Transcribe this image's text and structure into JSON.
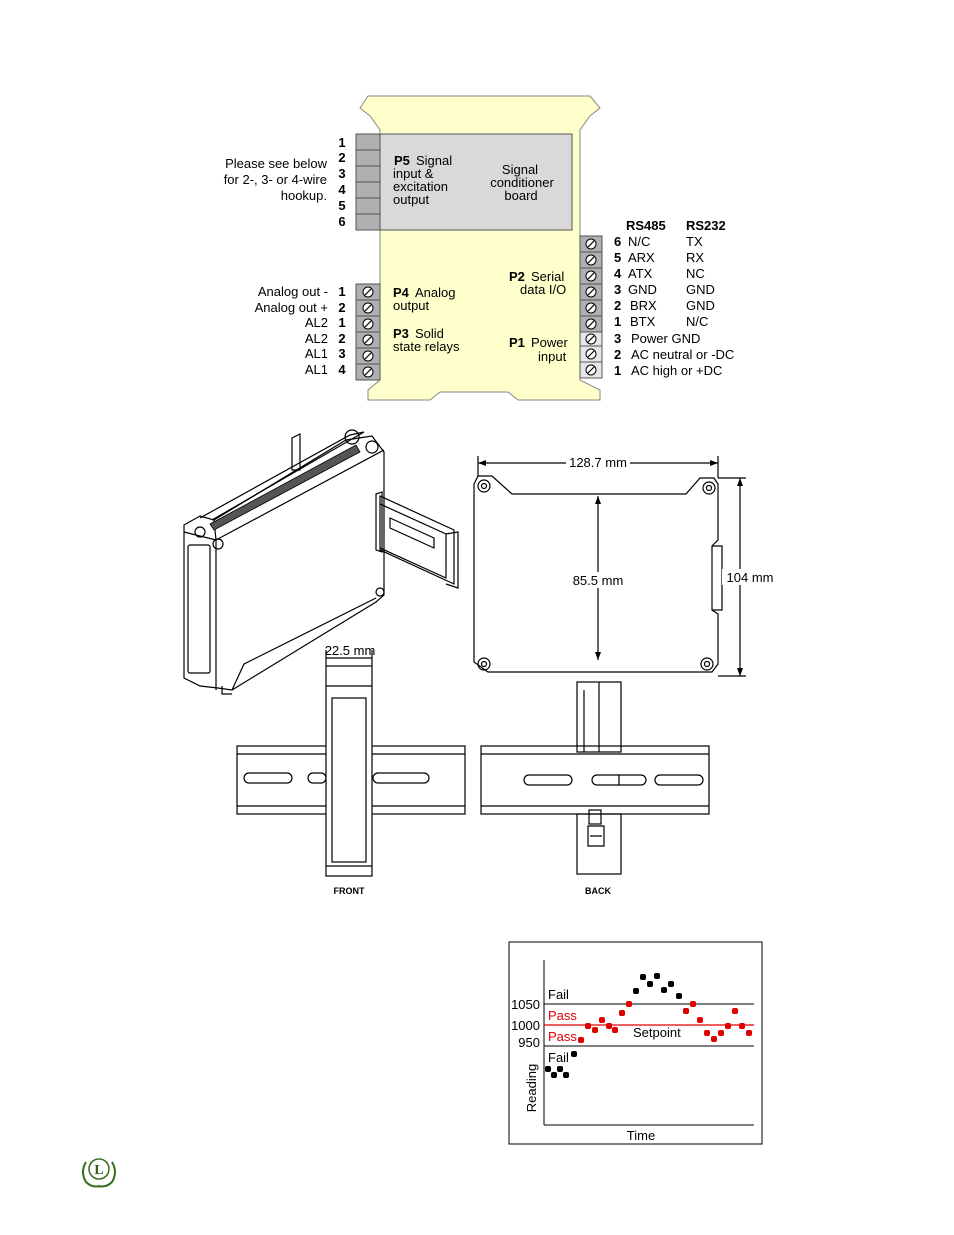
{
  "colors": {
    "board": "#ffffcc",
    "conditioner": "#d9d9d9",
    "terminal": "#b0b0b0",
    "fail": "#000000",
    "pass": "#e00000"
  },
  "wiring": {
    "p5_pins": [
      "1",
      "2",
      "3",
      "4",
      "5",
      "6"
    ],
    "p5_note": [
      "Please see below",
      "for 2-, 3- or 4-wire",
      "hookup."
    ],
    "p5_id": "P5",
    "p5_label": [
      "Signal",
      "input &",
      "excitation",
      "output"
    ],
    "conditioner": [
      "Signal",
      "conditioner",
      "board"
    ],
    "left_labels": [
      "Analog out -",
      "Analog out +",
      "AL2",
      "AL2",
      "AL1",
      "AL1"
    ],
    "left_pins": [
      "1",
      "2",
      "1",
      "2",
      "3",
      "4"
    ],
    "p4_id": "P4",
    "p4_label": [
      "Analog",
      "output"
    ],
    "p3_id": "P3",
    "p3_label": [
      "Solid",
      "state relays"
    ],
    "p2_id": "P2",
    "p2_label": [
      "Serial",
      "data I/O"
    ],
    "p1_id": "P1",
    "p1_label": [
      "Power",
      "input"
    ],
    "rs485_header": "RS485",
    "rs232_header": "RS232",
    "serial_rows": [
      {
        "pin": "6",
        "rs485": "N/C",
        "rs232": "TX"
      },
      {
        "pin": "5",
        "rs485": "ARX",
        "rs232": "RX"
      },
      {
        "pin": "4",
        "rs485": "ATX",
        "rs232": "NC"
      },
      {
        "pin": "3",
        "rs485": "GND",
        "rs232": "GND"
      },
      {
        "pin": "2",
        "rs485": "BRX",
        "rs232": "GND"
      },
      {
        "pin": "1",
        "rs485": "BTX",
        "rs232": "N/C"
      }
    ],
    "power_rows": [
      {
        "pin": "3",
        "label": "Power GND"
      },
      {
        "pin": "2",
        "label": "AC neutral or -DC"
      },
      {
        "pin": "1",
        "label": "AC high or +DC"
      }
    ]
  },
  "dimensions": {
    "width": "128.7 mm",
    "inner_height": "85.5 mm",
    "height": "104 mm",
    "depth": "22.5 mm",
    "front": "FRONT",
    "back": "BACK"
  },
  "setpoint_chart": {
    "y_ticks": [
      "1050",
      "1000",
      "950"
    ],
    "zones": [
      "Fail",
      "Pass",
      "Pass",
      "Fail"
    ],
    "setpoint_label": "Setpoint",
    "xlabel": "Time",
    "ylabel": "Reading"
  },
  "footer": {
    "logo_letter": "L"
  }
}
